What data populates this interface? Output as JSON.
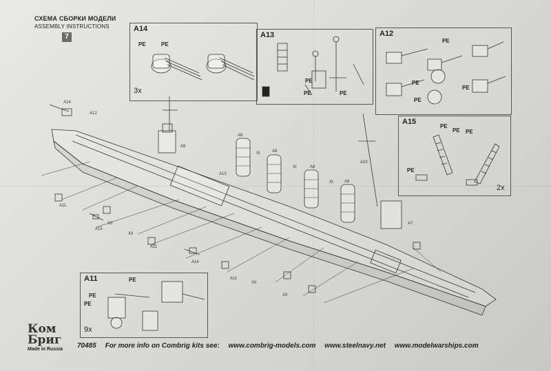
{
  "header": {
    "title_ru": "СХЕМА СБОРКИ МОДЕЛИ",
    "title_en": "ASSEMBLY INSTRUCTIONS",
    "step": "7"
  },
  "panels": {
    "a14": {
      "label": "A14",
      "qty": "3x",
      "pe": "PE"
    },
    "a13": {
      "label": "A13",
      "pe": "PE"
    },
    "a12": {
      "label": "A12",
      "pe": "PE"
    },
    "a15": {
      "label": "A15",
      "qty": "2x",
      "pe": "PE"
    },
    "a11": {
      "label": "A11",
      "qty": "9x",
      "pe": "PE"
    }
  },
  "callouts": {
    "a14": "A14",
    "a12": "A12",
    "a9": "A9",
    "a8": "A8",
    "a10": "A10",
    "a7": "A7",
    "a11": "A11",
    "a13": "A13",
    "a15": "A15",
    "xi": "XI",
    "xii": "XII"
  },
  "footer": {
    "code": "70485",
    "text": "For more info on Combrig kits see:",
    "url1": "www.combrig-models.com",
    "url2": "www.steelnavy.net",
    "url3": "www.modelwarships.com"
  },
  "logo": {
    "line1": "Ком",
    "line2": "Бриг",
    "made": "Made in Russia"
  }
}
